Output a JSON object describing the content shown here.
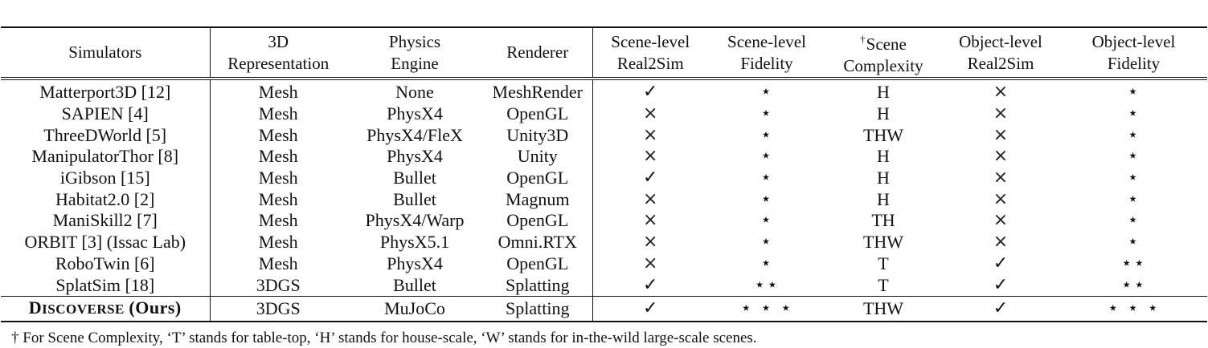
{
  "table": {
    "headers": [
      {
        "line1": "Simulators",
        "line2": ""
      },
      {
        "line1": "3D",
        "line2": "Representation"
      },
      {
        "line1": "Physics",
        "line2": "Engine"
      },
      {
        "line1": "Renderer",
        "line2": ""
      },
      {
        "line1": "Scene-level",
        "line2": "Real2Sim"
      },
      {
        "line1": "Scene-level",
        "line2": "Fidelity"
      },
      {
        "line1": "Scene",
        "line2": "Complexity",
        "sup": "†"
      },
      {
        "line1": "Object-level",
        "line2": "Real2Sim"
      },
      {
        "line1": "Object-level",
        "line2": "Fidelity"
      }
    ],
    "rows": [
      [
        "Matterport3D [12]",
        "Mesh",
        "None",
        "MeshRender",
        "✓",
        "⋆",
        "H",
        "×",
        "⋆"
      ],
      [
        "SAPIEN [4]",
        "Mesh",
        "PhysX4",
        "OpenGL",
        "×",
        "⋆",
        "H",
        "×",
        "⋆"
      ],
      [
        "ThreeDWorld [5]",
        "Mesh",
        "PhysX4/FleX",
        "Unity3D",
        "×",
        "⋆",
        "THW",
        "×",
        "⋆"
      ],
      [
        "ManipulatorThor [8]",
        "Mesh",
        "PhysX4",
        "Unity",
        "×",
        "⋆",
        "H",
        "×",
        "⋆"
      ],
      [
        "iGibson [15]",
        "Mesh",
        "Bullet",
        "OpenGL",
        "✓",
        "⋆",
        "H",
        "×",
        "⋆"
      ],
      [
        "Habitat2.0 [2]",
        "Mesh",
        "Bullet",
        "Magnum",
        "×",
        "⋆",
        "H",
        "×",
        "⋆"
      ],
      [
        "ManiSkill2 [7]",
        "Mesh",
        "PhysX4/Warp",
        "OpenGL",
        "×",
        "⋆",
        "TH",
        "×",
        "⋆"
      ],
      [
        "ORBIT [3] (Issac Lab)",
        "Mesh",
        "PhysX5.1",
        "Omni.RTX",
        "×",
        "⋆",
        "THW",
        "×",
        "⋆"
      ],
      [
        "RoboTwin [6]",
        "Mesh",
        "PhysX4",
        "OpenGL",
        "×",
        "⋆",
        "T",
        "✓",
        "⋆⋆"
      ],
      [
        "SplatSim [18]",
        "3DGS",
        "Bullet",
        "Splatting",
        "✓",
        "⋆⋆",
        "T",
        "✓",
        "⋆⋆"
      ]
    ],
    "ours": {
      "name_big_d": "D",
      "name_rest": "iscoverse",
      "name_suffix": "(Ours)",
      "cells": [
        "3DGS",
        "MuJoCo",
        "Splatting",
        "✓",
        "⋆ ⋆ ⋆",
        "THW",
        "✓",
        "⋆ ⋆ ⋆"
      ]
    }
  },
  "footnote": "† For Scene Complexity, ‘T’ stands for table-top, ‘H’ stands for house-scale, ‘W’ stands for in-the-wild large-scale scenes."
}
